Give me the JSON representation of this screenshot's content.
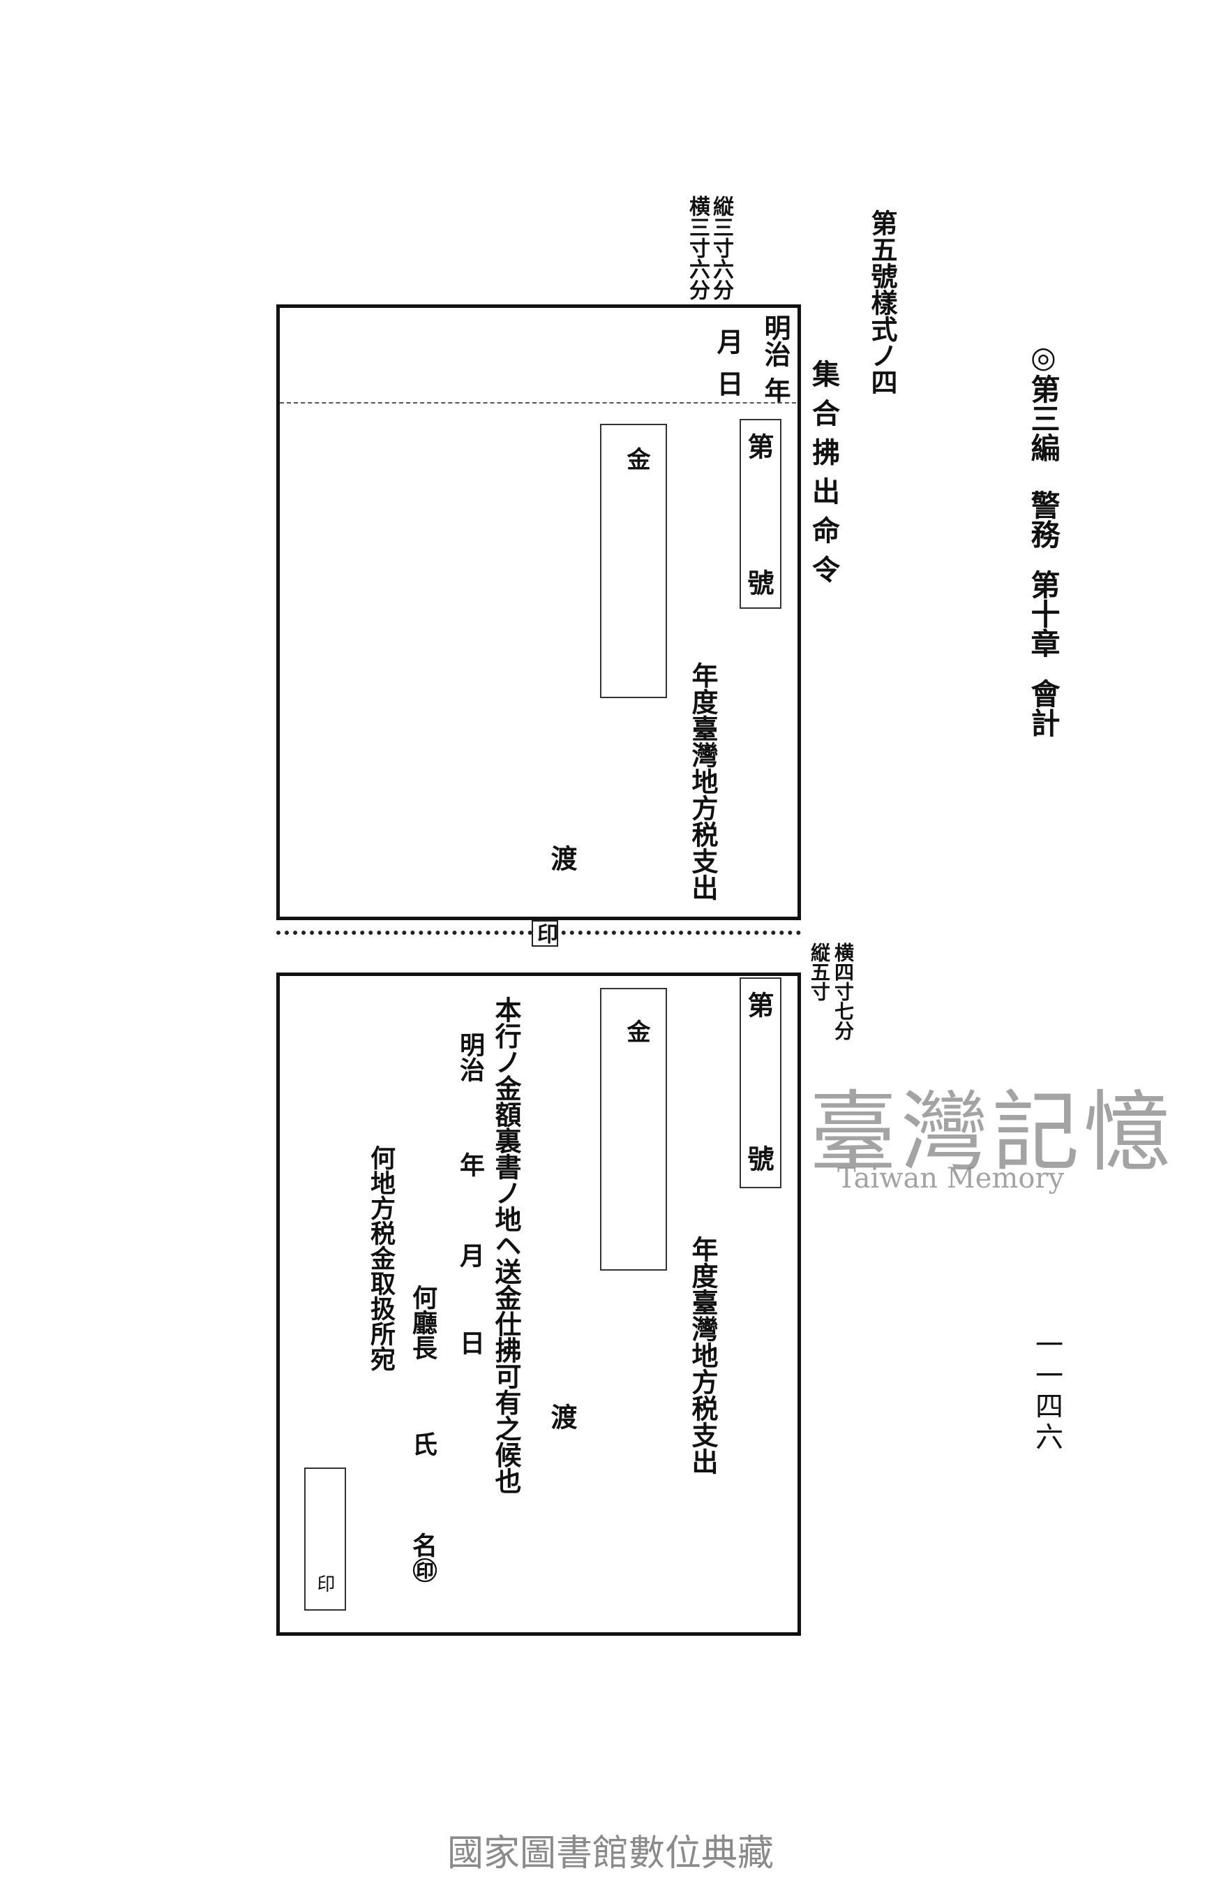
{
  "header": {
    "mark": "◎",
    "part": "第三編",
    "section": "警務",
    "chapter": "第十章",
    "topic": "會計"
  },
  "page_number": "一一四六",
  "form_title": "第五號樣式ノ四",
  "top_form": {
    "heading": "集合拂出命令",
    "dims": [
      "縦三寸六分",
      "横三寸六分"
    ],
    "era": "明治",
    "year": "年",
    "month": "月",
    "day": "日",
    "number_prefix": "第",
    "number_suffix": "號",
    "amount_label": "金",
    "budget_line": "年度臺灣地方税支出",
    "deliver": "渡"
  },
  "perforation_seal": "印",
  "bottom_form": {
    "dims": [
      "横四寸七分",
      "縦五寸"
    ],
    "number_prefix": "第",
    "number_suffix": "號",
    "amount_label": "金",
    "budget_line": "年度臺灣地方税支出",
    "deliver": "渡",
    "instruction": "本行ノ金額裏書ノ地ヘ送金仕拂可有之候也",
    "era": "明治",
    "year": "年",
    "month": "月",
    "day": "日",
    "issuer": "何廳長",
    "surname": "氏",
    "name_seal": "名㊞",
    "addressee": "何地方税金取扱所宛",
    "seal_box_label": "印"
  },
  "watermark": {
    "chinese": "臺灣記憶",
    "english": "Taiwan Memory"
  },
  "footer": "國家圖書館數位典藏"
}
